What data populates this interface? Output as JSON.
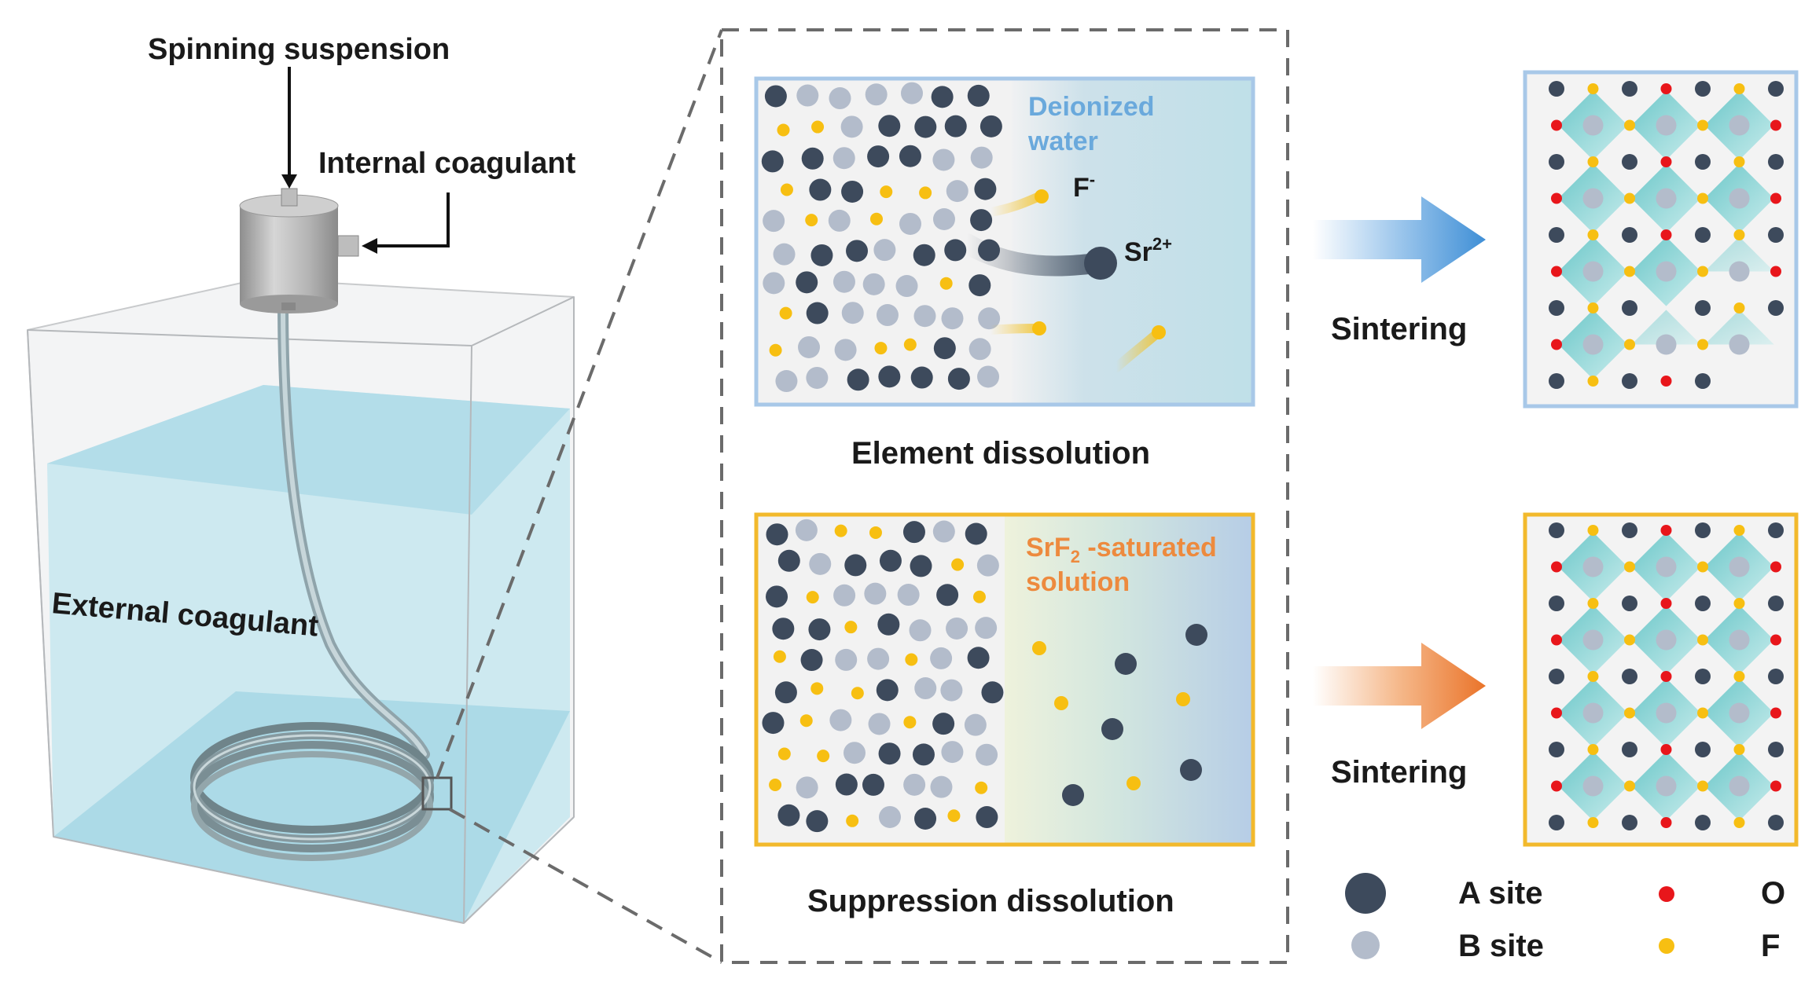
{
  "apparatus": {
    "spinning_suspension": "Spinning suspension",
    "internal_coagulant": "Internal coagulant",
    "external_coagulant": "External coagulant"
  },
  "top_panel": {
    "solution_label_line1": "Deionized",
    "solution_label_line2": "water",
    "ion_f": "F",
    "ion_f_charge": "-",
    "ion_sr": "Sr",
    "ion_sr_charge": "2+",
    "caption": "Element dissolution",
    "process": "Sintering"
  },
  "bottom_panel": {
    "solution_label_prefix": "SrF",
    "solution_label_sub": "2",
    "solution_label_suffix": " -saturated",
    "solution_label_line2": "solution",
    "caption": "Suppression dissolution",
    "process": "Sintering"
  },
  "legend": {
    "a_site": "A site",
    "b_site": "B site",
    "o": "O",
    "f": "F"
  },
  "colors": {
    "a_site": "#3d4a5c",
    "b_site": "#b3bccb",
    "o": "#e8161b",
    "f": "#f7bf12",
    "top_frame": "#a8c8e8",
    "bottom_frame": "#f2b92c",
    "blue_arrow": "#4a94d8",
    "orange_arrow": "#ec7f34"
  }
}
